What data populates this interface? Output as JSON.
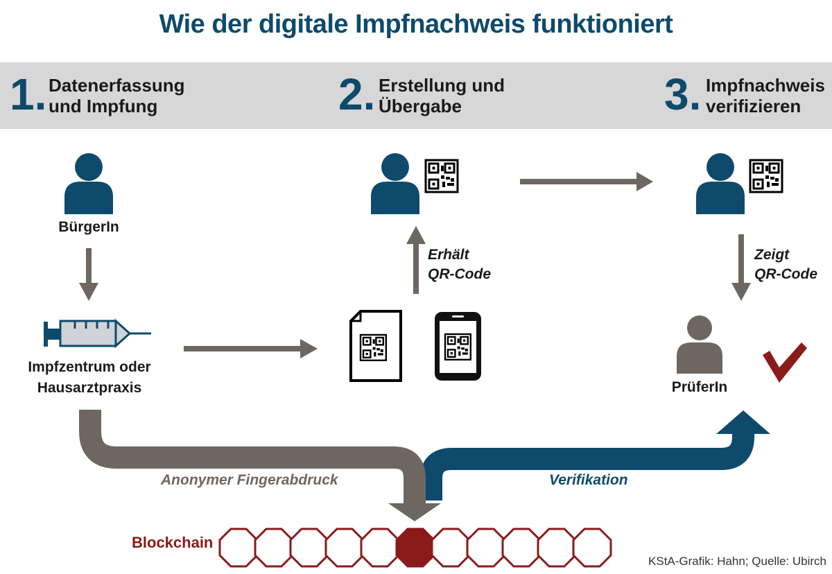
{
  "title": "Wie der digitale Impfnachweis funktioniert",
  "steps": [
    {
      "number": "1.",
      "line1": "Datenerfassung",
      "line2": "und Impfung"
    },
    {
      "number": "2.",
      "line1": "Erstellung und",
      "line2": "Übergabe"
    },
    {
      "number": "3.",
      "line1": "Impfnachweis",
      "line2": "verifizieren"
    }
  ],
  "labels": {
    "citizen": "BürgerIn",
    "vaccination_center_line1": "Impfzentrum oder",
    "vaccination_center_line2": "Hausarztpraxis",
    "receives_qr_line1": "Erhält",
    "receives_qr_line2": "QR-Code",
    "shows_qr_line1": "Zeigt",
    "shows_qr_line2": "QR-Code",
    "verifier": "PrüferIn",
    "anonymous_fingerprint": "Anonymer Fingerabdruck",
    "verification": "Verifikation",
    "blockchain": "Blockchain"
  },
  "credit": "KStA-Grafik: Hahn; Quelle: Ubirch",
  "colors": {
    "dark_blue": "#0e4a6b",
    "gray_arrow": "#6e6661",
    "dark_red": "#8b1a1a",
    "band_gray": "#d7d7d7"
  },
  "icons": [
    "person-icon",
    "qr-code-icon",
    "syringe-icon",
    "document-icon",
    "smartphone-icon",
    "checkmark-icon",
    "arrow-icon"
  ]
}
